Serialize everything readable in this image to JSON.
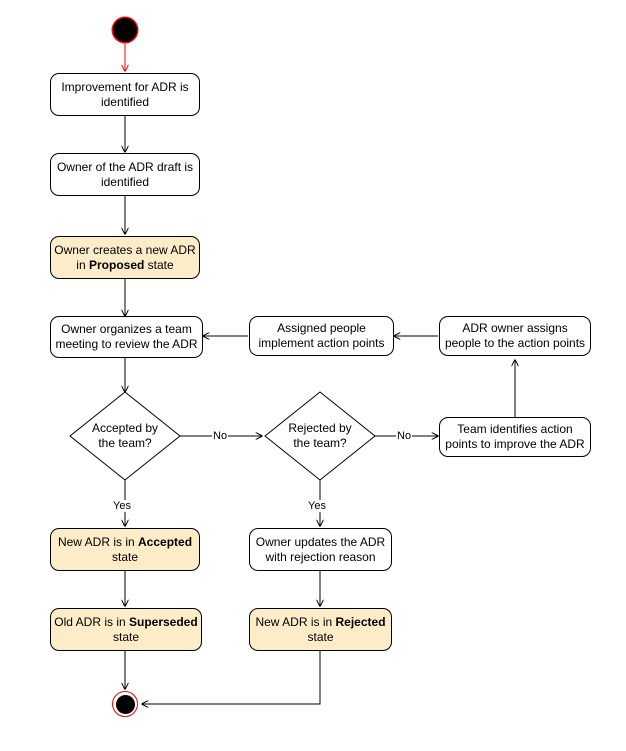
{
  "diagram": {
    "type": "uml-activity-diagram",
    "title": "ADR lifecycle activity diagram",
    "colors": {
      "highlight_fill": "#fdecc8",
      "plain_fill": "#ffffff",
      "stroke": "#000000",
      "terminal_ring": "#ff0000",
      "terminal_fill": "#000000",
      "start_edge": "#ff0000"
    },
    "terminals": [
      {
        "id": "start",
        "kind": "initial-node",
        "name": "start-node"
      },
      {
        "id": "end",
        "kind": "final-node",
        "name": "end-node"
      }
    ],
    "activities": [
      {
        "id": "a1",
        "name": "activity-improvement-identified",
        "line1": "Improvement for ADR is",
        "line2": "identified",
        "highlight": false
      },
      {
        "id": "a2",
        "name": "activity-owner-identified",
        "line1": "Owner of the ADR draft is",
        "line2": "identified",
        "highlight": false
      },
      {
        "id": "a3",
        "name": "activity-create-proposed-adr",
        "line1_pre": "Owner creates a new ADR",
        "line2_pre": "in ",
        "line2_bold": "Proposed",
        "line2_post": " state",
        "highlight": true
      },
      {
        "id": "a4",
        "name": "activity-team-meeting",
        "line1": "Owner organizes a team",
        "line2": "meeting to review the ADR",
        "highlight": false
      },
      {
        "id": "a5",
        "name": "activity-implement-action-points",
        "line1": "Assigned people",
        "line2": "implement action points",
        "highlight": false
      },
      {
        "id": "a6",
        "name": "activity-assign-people",
        "line1": "ADR owner assigns",
        "line2": "people to the action points",
        "highlight": false
      },
      {
        "id": "a7",
        "name": "activity-identify-action-points",
        "line1": "Team identifies action",
        "line2": "points to improve the ADR",
        "highlight": false
      },
      {
        "id": "a8",
        "name": "activity-adr-accepted",
        "line1_pre": "New ADR is in ",
        "line1_bold": "Accepted",
        "line2": "state",
        "highlight": true
      },
      {
        "id": "a9",
        "name": "activity-adr-superseded",
        "line1_pre": "Old ADR is in ",
        "line1_bold": "Superseded",
        "line2": "state",
        "highlight": true
      },
      {
        "id": "a10",
        "name": "activity-update-rejection-reason",
        "line1": "Owner updates the ADR",
        "line2": "with rejection reason",
        "highlight": false
      },
      {
        "id": "a11",
        "name": "activity-adr-rejected",
        "line1_pre": "New ADR is in ",
        "line1_bold": "Rejected",
        "line2": "state",
        "highlight": true
      }
    ],
    "decisions": [
      {
        "id": "d1",
        "name": "decision-accepted-by-team",
        "line1": "Accepted by",
        "line2": "the team?"
      },
      {
        "id": "d2",
        "name": "decision-rejected-by-team",
        "line1": "Rejected by",
        "line2": "the team?"
      }
    ],
    "edge_labels": {
      "d1_no": "No",
      "d1_yes": "Yes",
      "d2_no": "No",
      "d2_yes": "Yes"
    }
  }
}
